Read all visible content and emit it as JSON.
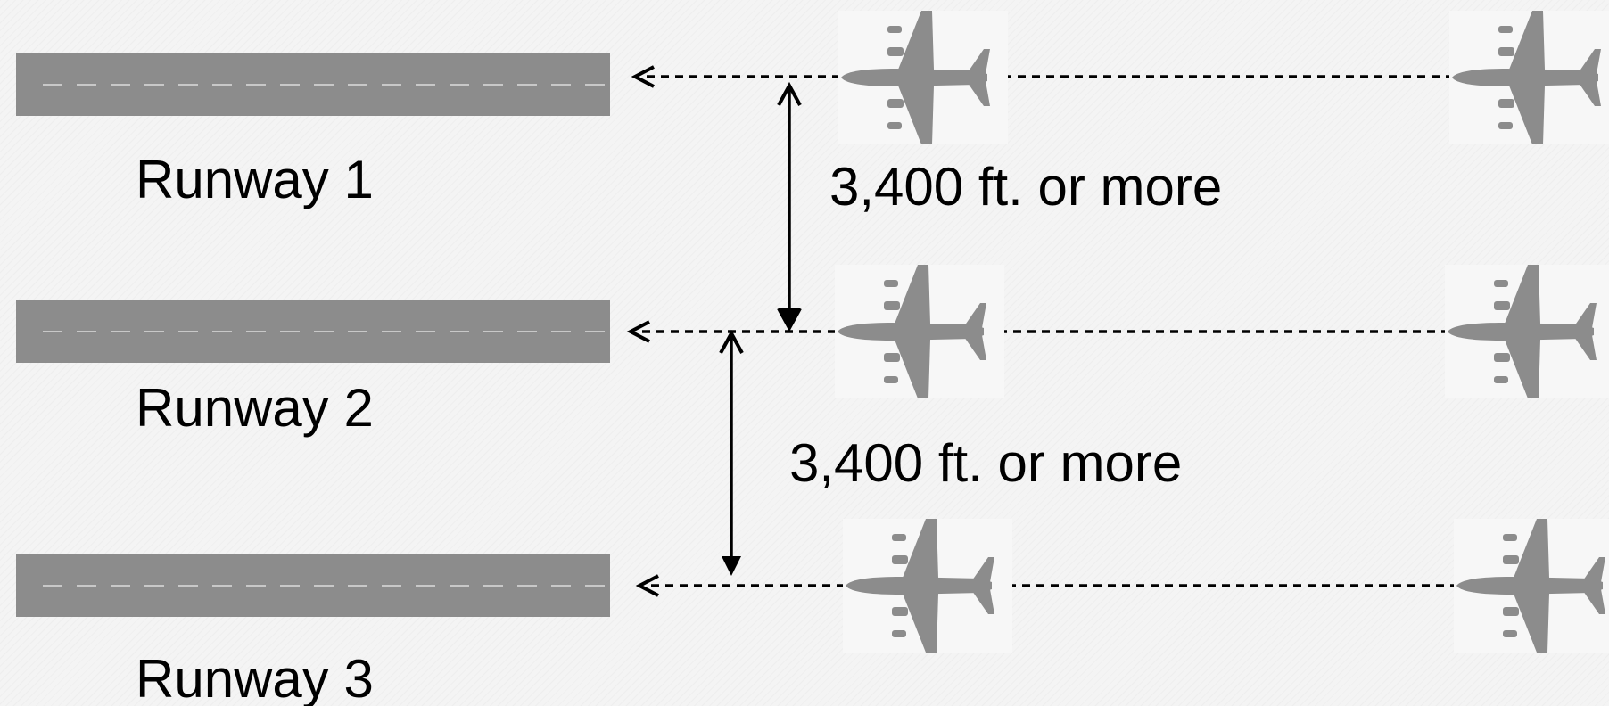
{
  "colors": {
    "runway": "#8c8c8c",
    "runway_marking": "#c8c8c8",
    "aircraft": "#8c8c8c",
    "lines": "#000000"
  },
  "runways": [
    {
      "label": "Runway 1"
    },
    {
      "label": "Runway 2"
    },
    {
      "label": "Runway 3"
    }
  ],
  "separations": [
    {
      "label": "3,400 ft. or more",
      "between": [
        "Runway 1",
        "Runway 2"
      ]
    },
    {
      "label": "3,400 ft. or more",
      "between": [
        "Runway 2",
        "Runway 3"
      ]
    }
  ],
  "aircraft_icon": "airplane-icon"
}
